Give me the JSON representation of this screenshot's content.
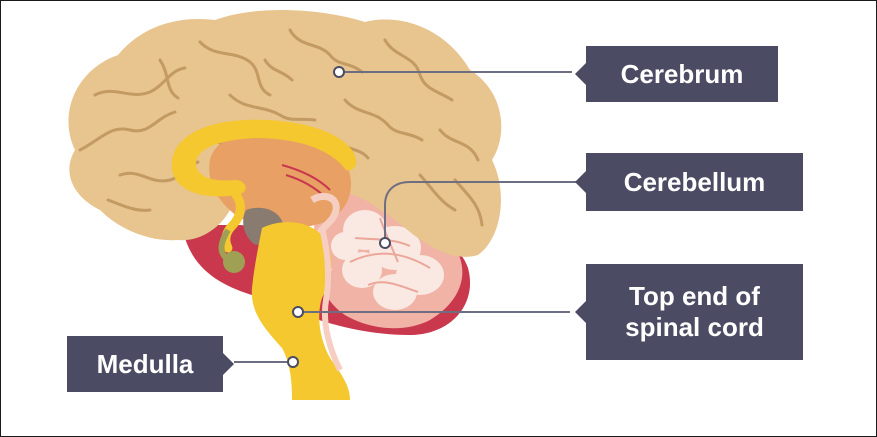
{
  "diagram": {
    "labels": {
      "cerebrum": "Cerebrum",
      "cerebellum": "Cerebellum",
      "spinal_cord": "Top end of\nspinal cord",
      "medulla": "Medulla"
    },
    "colors": {
      "cerebrum": "#e8c48f",
      "cerebrum_folds": "#c29a62",
      "corpus_callosum": "#f4c82e",
      "inner_region": "#e8a064",
      "cerebellum_back": "#c9384d",
      "cerebellum_light": "#f0b3a6",
      "brainstem": "#f4c82e",
      "label_box": "#4b4b63",
      "label_text": "#ffffff",
      "leader_line": "#6e6e82"
    }
  }
}
